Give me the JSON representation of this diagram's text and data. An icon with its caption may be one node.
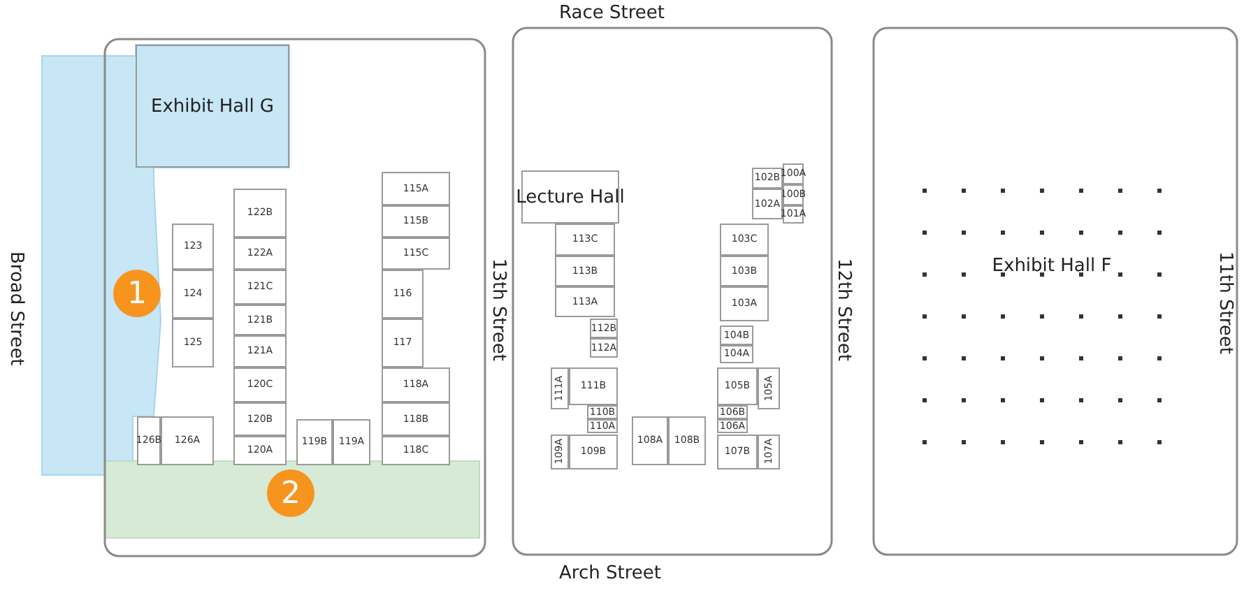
{
  "diagram": {
    "nodes": [
      {
        "text": [
          "Exhibit Hall G"
        ]
      },
      {
        "text": [
          "122B"
        ]
      },
      {
        "text": [
          "115A"
        ]
      },
      {
        "text": [
          "122A"
        ]
      },
      {
        "text": [
          "115B"
        ]
      },
      {
        "text": [
          "123"
        ]
      },
      {
        "text": [
          "121C"
        ]
      },
      {
        "text": [
          "115C"
        ]
      },
      {
        "text": [
          "124"
        ]
      },
      {
        "text": [
          "121B"
        ]
      },
      {
        "text": [
          "116"
        ]
      },
      {
        "text": [
          "121A"
        ]
      },
      {
        "text": [
          "125"
        ]
      },
      {
        "text": [
          "117"
        ]
      },
      {
        "text": [
          "120C"
        ]
      },
      {
        "text": [
          "118A"
        ]
      },
      {
        "text": [
          "126B"
        ]
      },
      {
        "text": [
          "126A"
        ]
      },
      {
        "text": [
          "120B"
        ]
      },
      {
        "text": [
          "118B"
        ]
      },
      {
        "text": [
          "120A"
        ]
      },
      {
        "text": [
          "119B"
        ]
      },
      {
        "text": [
          "119A"
        ]
      },
      {
        "text": [
          "118C"
        ]
      },
      {
        "text": [
          "Lecture Hall"
        ]
      },
      {
        "text": [
          "102B"
        ]
      },
      {
        "text": [
          "100A"
        ]
      },
      {
        "text": [
          "100B"
        ]
      },
      {
        "text": [
          "102A"
        ]
      },
      {
        "text": [
          "101A"
        ]
      },
      {
        "text": [
          "113C"
        ]
      },
      {
        "text": [
          "103C"
        ]
      },
      {
        "text": [
          "113B"
        ]
      },
      {
        "text": [
          "103B"
        ]
      },
      {
        "text": [
          "113A"
        ]
      },
      {
        "text": [
          "103A"
        ]
      },
      {
        "text": [
          "112B"
        ]
      },
      {
        "text": [
          "104B"
        ]
      },
      {
        "text": [
          "112A"
        ]
      },
      {
        "text": [
          "104A"
        ]
      },
      {
        "text": [
          "111A"
        ]
      },
      {
        "text": [
          "111B"
        ]
      },
      {
        "text": [
          "105B"
        ]
      },
      {
        "text": [
          "105A"
        ]
      },
      {
        "text": [
          "110B"
        ]
      },
      {
        "text": [
          "106B"
        ]
      },
      {
        "text": [
          "110A"
        ]
      },
      {
        "text": [
          "106A"
        ]
      },
      {
        "text": [
          "109A"
        ]
      },
      {
        "text": [
          "109B"
        ]
      },
      {
        "text": [
          "108A"
        ]
      },
      {
        "text": [
          "108B"
        ]
      },
      {
        "text": [
          "107B"
        ]
      },
      {
        "text": [
          "107A"
        ]
      },
      {
        "text": [
          "Exhibit Hall F"
        ]
      }
    ],
    "labels": [
      "Race Street",
      "Broad Street",
      "1",
      "13th Street",
      "12th Street",
      "11th Street",
      "2",
      "Arch Street"
    ]
  }
}
